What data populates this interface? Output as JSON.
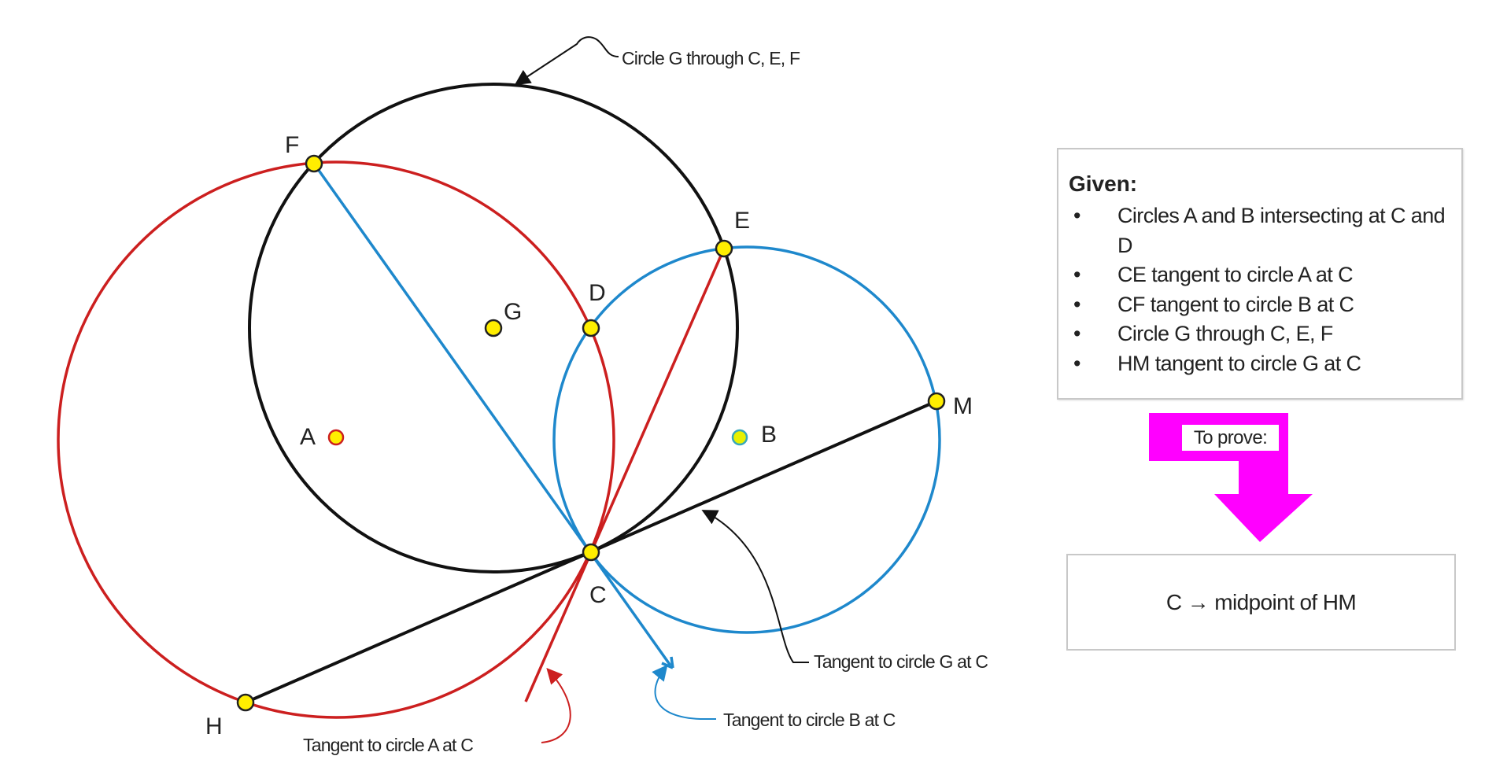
{
  "colors": {
    "circle_a": "#cc1f1f",
    "circle_b": "#1e88cc",
    "circle_g": "#111111",
    "point_fill": "#ffee00",
    "arrow": "#ff00ff"
  },
  "points": {
    "A": "A",
    "B": "B",
    "C": "C",
    "D": "D",
    "E": "E",
    "F": "F",
    "G": "G",
    "H": "H",
    "M": "M"
  },
  "annotations": {
    "circle_g": "Circle G through C, E, F",
    "tangent_g": "Tangent to circle G at C",
    "tangent_b": "Tangent to circle B at C",
    "tangent_a": "Tangent to circle A at C"
  },
  "given": {
    "title": "Given:",
    "items": [
      "Circles A and B intersecting at C and D",
      "CE tangent to circle A at C",
      "CF tangent to circle B at C",
      "Circle G through C, E, F",
      "HM tangent to circle G at C"
    ]
  },
  "to_prove": {
    "label": "To prove:",
    "statement": "C → midpoint of HM"
  }
}
